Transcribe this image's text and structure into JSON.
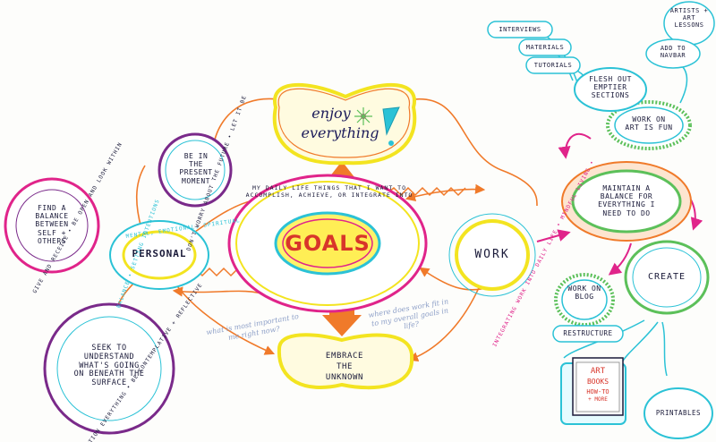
{
  "center": {
    "title": "GOALS",
    "ring_text": "MY DAILY LIFE THINGS THAT I WANT TO ACCOMPLISH, ACHIEVE, OR INTEGRATE INTO"
  },
  "top_node": {
    "line1": "enjoy",
    "line2": "everything"
  },
  "bottom_node": {
    "line1": "EMBRACE",
    "line2": "THE",
    "line3": "UNKNOWN"
  },
  "left_node": {
    "title": "PERSONAL",
    "ring_left": "BALANCE • SETTING INTENTIONS",
    "ring_top": "MENTAL, EMOTIONAL, SPIRITUAL"
  },
  "right_node": {
    "title": "WORK",
    "ring_text": "INTEGRATING WORK INTO DAILY LIFE • MINDFUL LIVING •"
  },
  "personal_children": [
    {
      "text": "BE IN THE PRESENT MOMENT",
      "ring": "DON'T WORRY ABOUT THE FUTURE • LET IT BE"
    },
    {
      "text": "FIND A BALANCE BETWEEN SELF + OTHERS",
      "ring": "GIVE AND RECEIVE • BE OPEN AND LOOK WITHIN"
    },
    {
      "text": "SEEK TO UNDERSTAND WHAT'S GOING ON BENEATH THE SURFACE",
      "ring": "QUESTION EVERYTHING • BE CONTEMPLATIVE + REFLECTIVE"
    }
  ],
  "annotations": {
    "left_note": "what is most important to me right now?",
    "right_note": "where does work fit in to my overall goals in life?"
  },
  "work_tree": {
    "maintain": "MAINTAIN A BALANCE FOR EVERYTHING I NEED TO DO",
    "work_on_art": "WORK ON ART IS FUN",
    "flesh_out": "FLESH OUT EMPTIER SECTIONS",
    "interviews": "INTERVIEWS",
    "materials": "MATERIALS",
    "tutorials": "TUTORIALS",
    "artists": "ARTISTS + ART LESSONS",
    "add_navbar": "ADD TO NAVBAR",
    "work_on_blog": "WORK ON BLOG",
    "restructure": "RESTRUCTURE",
    "create": "CREATE",
    "printables": "PRINTABLES",
    "book_line1": "ART",
    "book_line2": "BOOKS",
    "book_line3": "HOW-TO",
    "book_line4": "+ MORE"
  },
  "colors": {
    "orange": "#f07a2a",
    "magenta": "#e0248a",
    "cyan": "#2bc2d6",
    "yellow": "#f3e420",
    "green": "#5cc05a",
    "navy": "#1b1b3a",
    "red": "#d8352a"
  }
}
